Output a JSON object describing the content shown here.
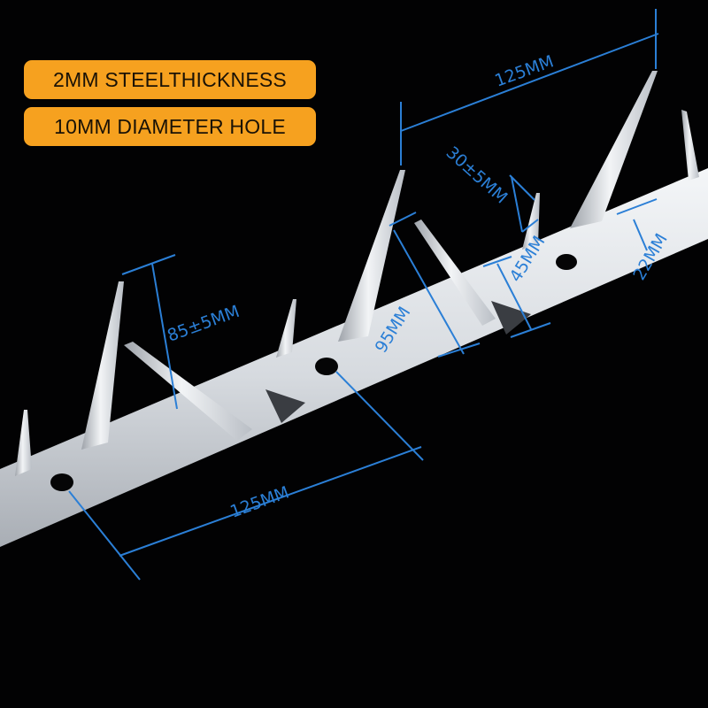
{
  "labels": {
    "thickness": "2MM STEELTHICKNESS",
    "hole": "10MM DIAMETER HOLE"
  },
  "dimensions": {
    "spike_spacing_top": "125MM",
    "hole_spacing_bottom": "125MM",
    "small_spike": "30±5MM",
    "big_spike": "85±5MM",
    "total_width": "95MM",
    "strip_with_tab": "45MM",
    "strip_width": "22MM"
  },
  "colors": {
    "background": "#020203",
    "pill": "#f6a11f",
    "dimension": "#2b7fd6",
    "steel": "#d9dde2"
  }
}
